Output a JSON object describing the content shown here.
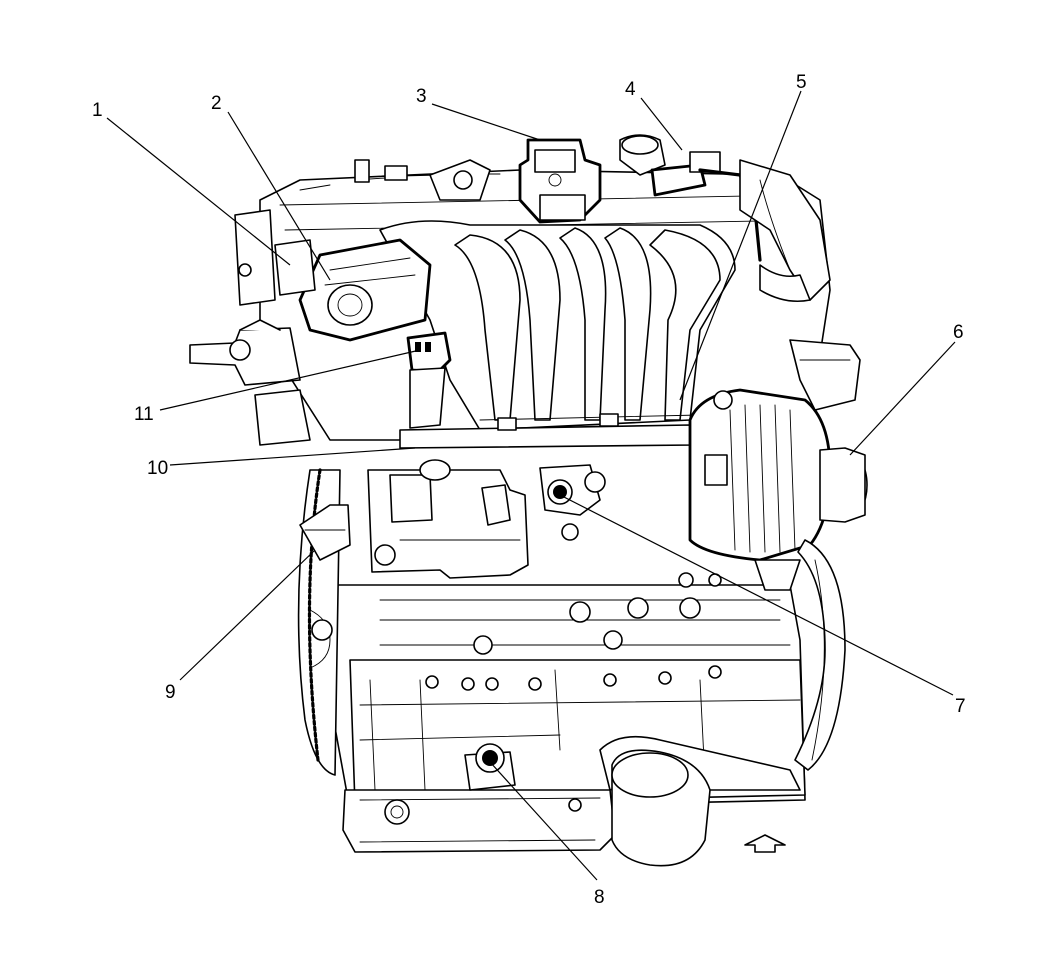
{
  "callouts": [
    {
      "id": "1",
      "label": "1"
    },
    {
      "id": "2",
      "label": "2"
    },
    {
      "id": "3",
      "label": "3"
    },
    {
      "id": "4",
      "label": "4"
    },
    {
      "id": "5",
      "label": "5"
    },
    {
      "id": "6",
      "label": "6"
    },
    {
      "id": "7",
      "label": "7"
    },
    {
      "id": "8",
      "label": "8"
    },
    {
      "id": "9",
      "label": "9"
    },
    {
      "id": "10",
      "label": "10"
    },
    {
      "id": "11",
      "label": "11"
    }
  ],
  "colors": {
    "ink": "#000000",
    "background": "#ffffff"
  },
  "icons": {
    "front_arrow": "up-arrow-icon"
  }
}
